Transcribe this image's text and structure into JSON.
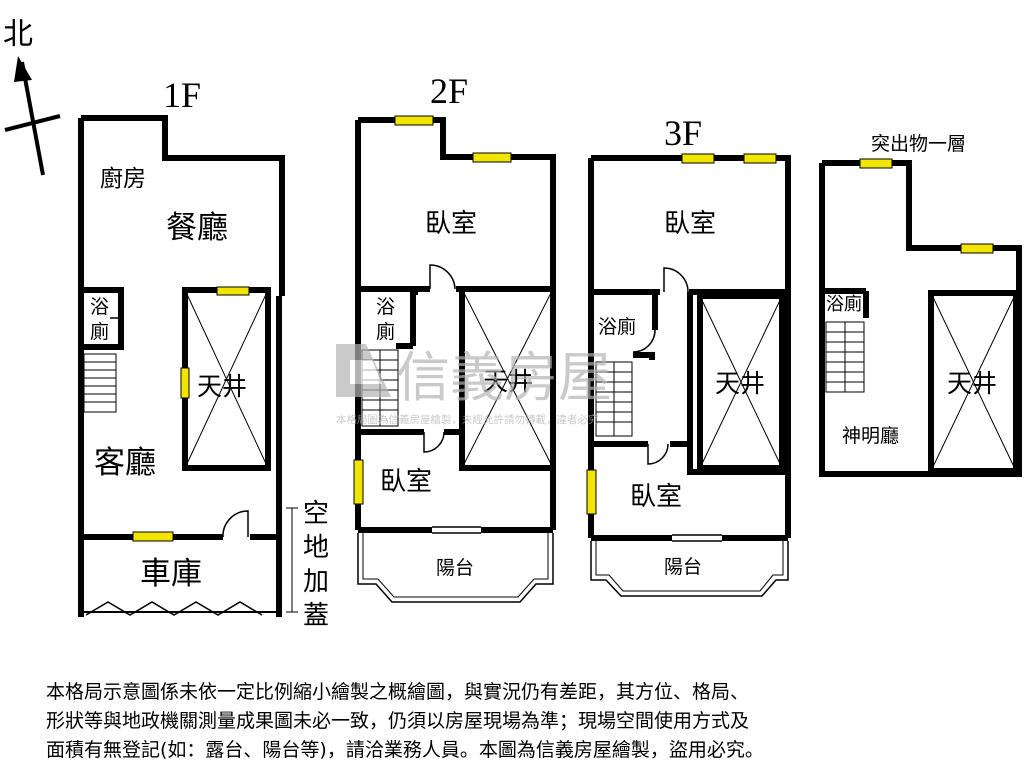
{
  "compass": {
    "label": "北"
  },
  "floors": {
    "f1": {
      "label": "1F",
      "kitchen": "廚房",
      "dining": "餐廳",
      "bath_top": "浴",
      "bath_bottom": "廁",
      "atrium": "天井",
      "living": "客廳",
      "garage": "車庫",
      "extension": [
        "空",
        "地",
        "加",
        "蓋"
      ]
    },
    "f2": {
      "label": "2F",
      "bedroom_top": "臥室",
      "bath_top": "浴",
      "bath_bottom": "廁",
      "atrium": "天井",
      "bedroom_bottom": "臥室",
      "balcony": "陽台"
    },
    "f3": {
      "label": "3F",
      "bedroom_top": "臥室",
      "bath": "浴廁",
      "atrium": "天井",
      "bedroom_bottom": "臥室",
      "balcony": "陽台"
    },
    "roof": {
      "label": "突出物一層",
      "bath": "浴廁",
      "atrium": "天井",
      "shrine": "神明廳"
    }
  },
  "watermark": {
    "brand": "信義房屋",
    "notice": "本格局圖為信義房屋繪製，未經允許請勿轉載，違者必究"
  },
  "disclaimer": [
    "本格局示意圖係未依一定比例縮小繪製之概繪圖，與實況仍有差距，其方位、格局、",
    "形狀等與地政機關測量成果圖未必一致，仍須以房屋現場為準；現場空間使用方式及",
    "面積有無登記(如：露台、陽台等)，請洽業務人員。本圖為信義房屋繪製，盜用必究。"
  ],
  "colors": {
    "wall": "#000000",
    "window": "#f2e600",
    "watermark": "#b4b4b4"
  }
}
